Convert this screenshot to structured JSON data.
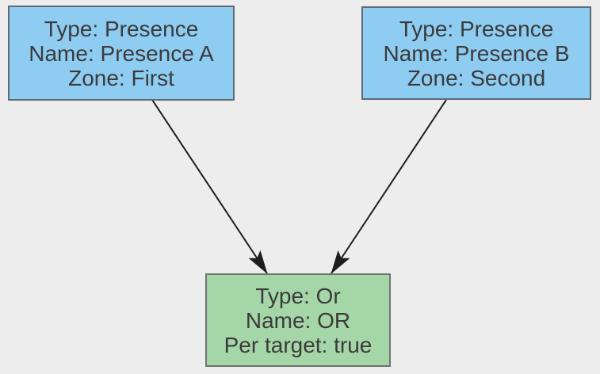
{
  "diagram": {
    "background_color": "#ededed",
    "text_color": "#3b3b3b",
    "edge_color": "#1e1e1e"
  },
  "nodes": [
    {
      "id": "presence-a",
      "fill": "#8fccf2",
      "border": "#5f6a73",
      "lines": [
        "Type: Presence",
        "Name: Presence A",
        "Zone: First"
      ]
    },
    {
      "id": "presence-b",
      "fill": "#8fccf2",
      "border": "#5f6a73",
      "lines": [
        "Type: Presence",
        "Name: Presence B",
        "Zone: Second"
      ]
    },
    {
      "id": "or",
      "fill": "#a5d6a7",
      "border": "#6d756f",
      "lines": [
        "Type: Or",
        "Name: OR",
        "Per target: true"
      ]
    }
  ],
  "edges": [
    {
      "from": "presence-a",
      "to": "or"
    },
    {
      "from": "presence-b",
      "to": "or"
    }
  ]
}
